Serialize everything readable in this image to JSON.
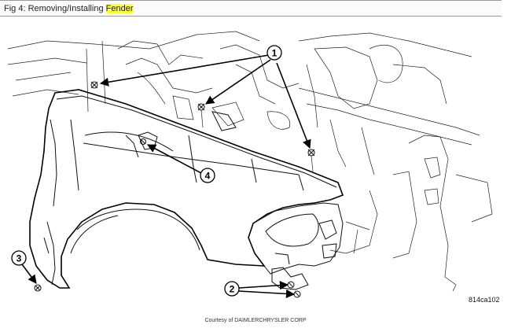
{
  "header": {
    "title_prefix": "Fig 4: Removing/Installing ",
    "title_highlight": "Fender",
    "highlight_color": "#ffff33"
  },
  "diagram": {
    "callouts": [
      "1",
      "2",
      "3",
      "4"
    ],
    "reference_code": "814ca102",
    "credit": "Courtesy of DAIMLERCHRYSLER CORP"
  }
}
